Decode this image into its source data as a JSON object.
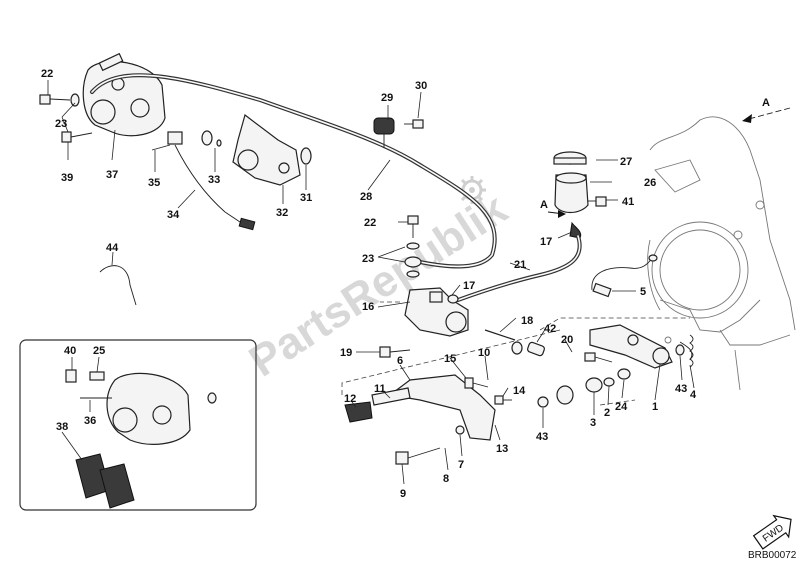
{
  "watermark": "PartsRepublik",
  "drawing_code": "BRB00072",
  "fwd_label": "FWD",
  "view_arrow_label": "A",
  "labels": [
    {
      "id": "22a",
      "text": "22"
    },
    {
      "id": "23a",
      "text": "23"
    },
    {
      "id": "39",
      "text": "39"
    },
    {
      "id": "37",
      "text": "37"
    },
    {
      "id": "35",
      "text": "35"
    },
    {
      "id": "33",
      "text": "33"
    },
    {
      "id": "34",
      "text": "34"
    },
    {
      "id": "32",
      "text": "32"
    },
    {
      "id": "31",
      "text": "31"
    },
    {
      "id": "28",
      "text": "28"
    },
    {
      "id": "29",
      "text": "29"
    },
    {
      "id": "30",
      "text": "30"
    },
    {
      "id": "22b",
      "text": "22"
    },
    {
      "id": "23b",
      "text": "23"
    },
    {
      "id": "44",
      "text": "44"
    },
    {
      "id": "27",
      "text": "27"
    },
    {
      "id": "26",
      "text": "26"
    },
    {
      "id": "41",
      "text": "41"
    },
    {
      "id": "17a",
      "text": "17"
    },
    {
      "id": "21",
      "text": "21"
    },
    {
      "id": "17b",
      "text": "17"
    },
    {
      "id": "16",
      "text": "16"
    },
    {
      "id": "5",
      "text": "5"
    },
    {
      "id": "18",
      "text": "18"
    },
    {
      "id": "42",
      "text": "42"
    },
    {
      "id": "20",
      "text": "20"
    },
    {
      "id": "19",
      "text": "19"
    },
    {
      "id": "6",
      "text": "6"
    },
    {
      "id": "15",
      "text": "15"
    },
    {
      "id": "10",
      "text": "10"
    },
    {
      "id": "11",
      "text": "11"
    },
    {
      "id": "14",
      "text": "14"
    },
    {
      "id": "12",
      "text": "12"
    },
    {
      "id": "3",
      "text": "3"
    },
    {
      "id": "2",
      "text": "2"
    },
    {
      "id": "24",
      "text": "24"
    },
    {
      "id": "1",
      "text": "1"
    },
    {
      "id": "43a",
      "text": "43"
    },
    {
      "id": "4",
      "text": "4"
    },
    {
      "id": "43b",
      "text": "43"
    },
    {
      "id": "13",
      "text": "13"
    },
    {
      "id": "7",
      "text": "7"
    },
    {
      "id": "8",
      "text": "8"
    },
    {
      "id": "9",
      "text": "9"
    },
    {
      "id": "40",
      "text": "40"
    },
    {
      "id": "25",
      "text": "25"
    },
    {
      "id": "36",
      "text": "36"
    },
    {
      "id": "38",
      "text": "38"
    }
  ]
}
